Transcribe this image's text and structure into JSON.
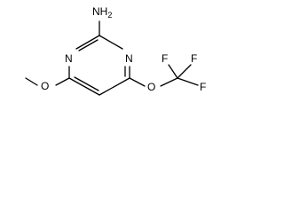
{
  "molecule": {
    "atoms": {
      "amino": "NH2",
      "ring_n_left": "N",
      "ring_n_right": "N",
      "methoxy_o": "O",
      "ether_o": "O",
      "f_top_left": "F",
      "f_top_right": "F",
      "f_right": "F"
    },
    "line_color": "#000000",
    "background": "#ffffff"
  }
}
